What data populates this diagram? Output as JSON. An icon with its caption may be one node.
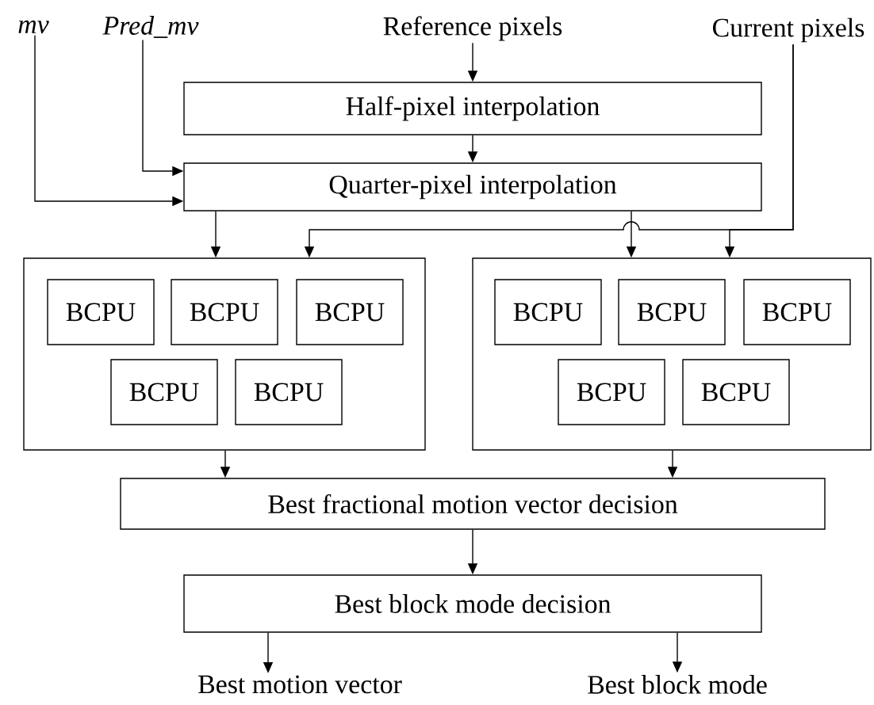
{
  "diagram": {
    "nodes": [
      {
        "text": [
          "mv"
        ]
      },
      {
        "text": [
          "Pred_mv"
        ]
      },
      {
        "text": [
          "Reference pixels"
        ]
      },
      {
        "text": [
          "Current pixels"
        ]
      },
      {
        "text": [
          "Half-pixel interpolation"
        ]
      },
      {
        "text": [
          "Quarter-pixel interpolation"
        ]
      },
      {
        "text": [],
        "shape": "box"
      },
      {
        "text": [
          "BCPU"
        ],
        "in": 6
      },
      {
        "text": [
          "BCPU"
        ],
        "in": 6
      },
      {
        "text": [
          "BCPU"
        ],
        "in": 6
      },
      {
        "text": [
          "BCPU"
        ],
        "in": 6
      },
      {
        "text": [
          "BCPU"
        ],
        "in": 6
      },
      {
        "text": [],
        "shape": "box"
      },
      {
        "text": [
          "BCPU"
        ],
        "in": 12
      },
      {
        "text": [
          "BCPU"
        ],
        "in": 12
      },
      {
        "text": [
          "BCPU"
        ],
        "in": 12
      },
      {
        "text": [
          "BCPU"
        ],
        "in": 12
      },
      {
        "text": [
          "BCPU"
        ],
        "in": 12
      },
      {
        "text": [
          "Best fractional motion vector decision"
        ]
      },
      {
        "text": [
          "Best block mode decision"
        ]
      },
      {
        "text": [
          "Best motion vector"
        ]
      },
      {
        "text": [
          "Best block mode"
        ]
      }
    ],
    "edges": [
      {
        "from": 2,
        "to": 4,
        "arrow": "to"
      },
      {
        "from": 4,
        "to": 5,
        "arrow": "to"
      },
      {
        "from": 1,
        "to": 5,
        "arrow": "to"
      },
      {
        "from": 0,
        "to": 5,
        "arrow": "to"
      },
      {
        "from": 5,
        "to": 6,
        "arrow": "to"
      },
      {
        "from": 3,
        "to": 6,
        "arrow": "to"
      },
      {
        "from": 5,
        "to": 12,
        "arrow": "to"
      },
      {
        "from": 3,
        "to": 12,
        "arrow": "to"
      },
      {
        "from": 6,
        "to": 18,
        "arrow": "to"
      },
      {
        "from": 12,
        "to": 18,
        "arrow": "to"
      },
      {
        "from": 18,
        "to": 19,
        "arrow": "to"
      },
      {
        "from": 19,
        "to": 20,
        "arrow": "to"
      },
      {
        "from": 19,
        "to": 21,
        "arrow": "to"
      }
    ]
  }
}
